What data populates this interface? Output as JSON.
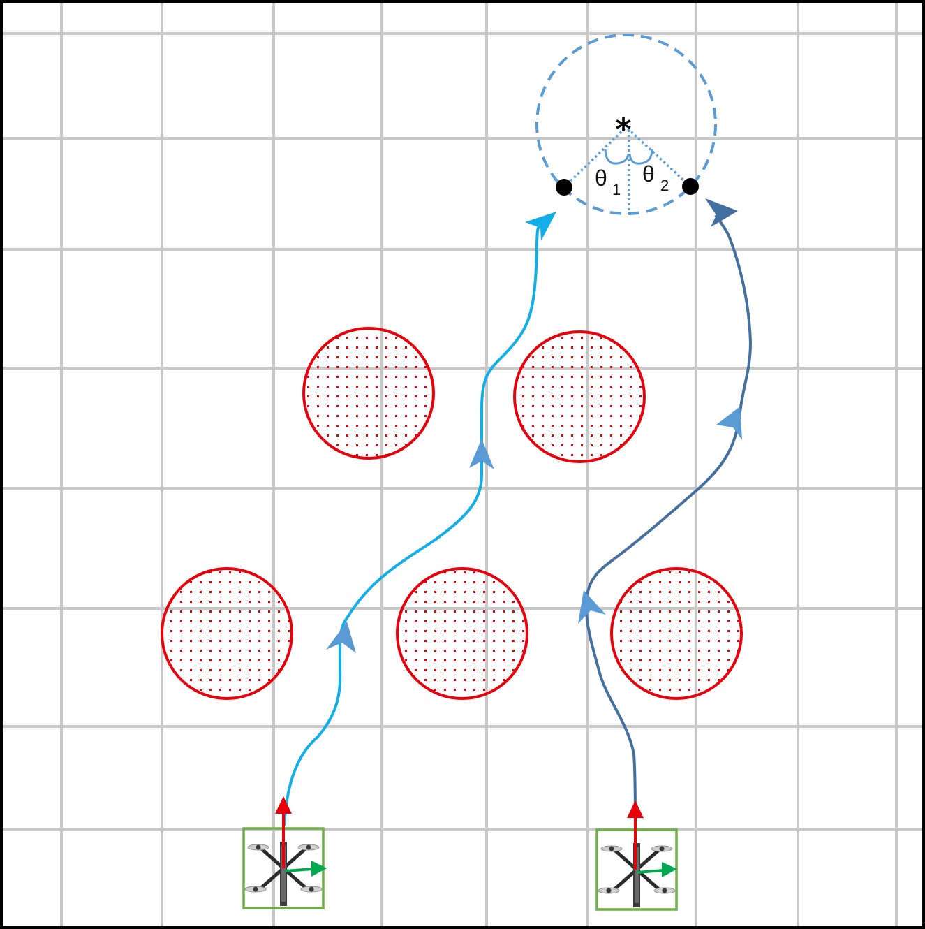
{
  "diagram": {
    "labels": {
      "target_marker": "*",
      "theta_1_main": "θ",
      "theta_1_sub": "1",
      "theta_2_main": "θ",
      "theta_2_sub": "2"
    },
    "colors": {
      "grid": "#c8c8c8",
      "border": "#000000",
      "obstacle": "#e8000b",
      "path_light": "#12aee8",
      "path_dark": "#44709f",
      "arrow_head": "#5b9bd5",
      "target_circle": "#5b9bd5",
      "drone_box": "#70ad47",
      "axis_forward": "#e8000b",
      "axis_side": "#00a850",
      "drone_body": "#2b2b2b"
    },
    "icons": {
      "drone": "quadrotor-drone-icon",
      "obstacle": "circular-obstacle",
      "target": "target-star-marker",
      "waypoint": "filled-dot"
    }
  }
}
